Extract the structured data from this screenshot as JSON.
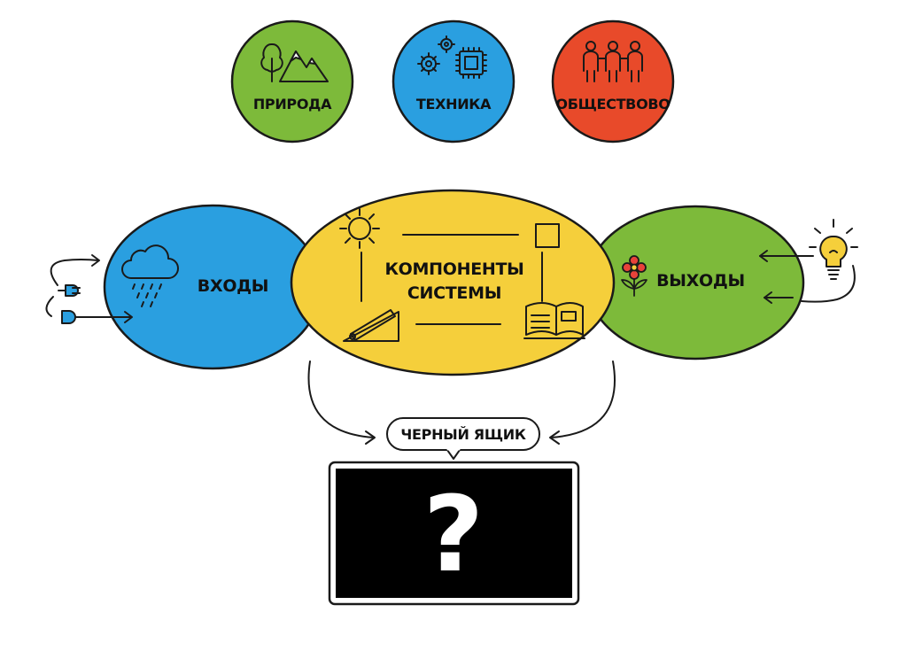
{
  "categories": [
    {
      "label": "ПРИРОДА",
      "color": "#7dba3a",
      "icon": "tree-mountain-icon"
    },
    {
      "label": "ТЕХНИКА",
      "color": "#2a9fe0",
      "icon": "gears-chip-icon"
    },
    {
      "label": "ОБЩЕСТВОВО",
      "color": "#e84a2a",
      "icon": "people-icon"
    }
  ],
  "inputs": {
    "label": "ВХОДЫ",
    "color": "#2a9fe0",
    "icon": "rain-cloud-icon"
  },
  "components": {
    "line1": "КОМПОНЕНТЫ",
    "line2": "СИСТЕМЫ",
    "color": "#f5cf3b"
  },
  "outputs": {
    "label": "ВЫХОДЫ",
    "color": "#7dba3a",
    "icon": "flower-icon"
  },
  "black_box": {
    "label": "ЧЕРНЫЙ ЯЩИК",
    "symbol": "?",
    "color": "#000000"
  }
}
